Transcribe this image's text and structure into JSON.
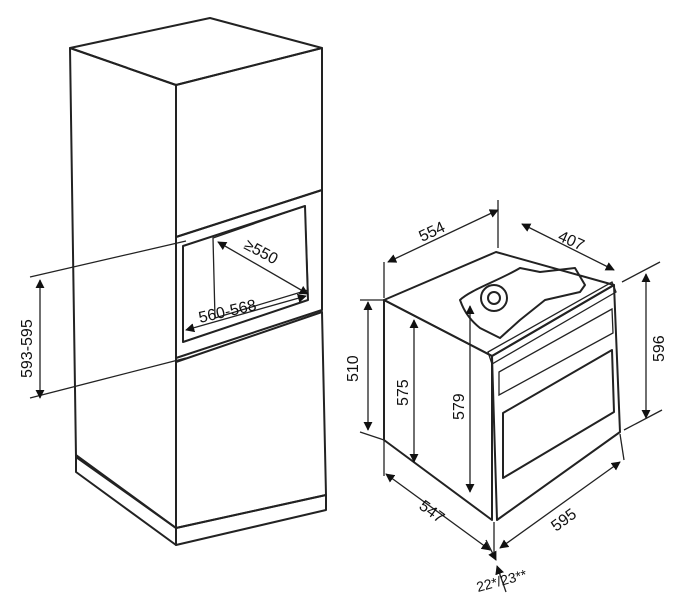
{
  "dimensions": {
    "niche_depth_min": "≥550",
    "niche_width": "560-568",
    "niche_height": "593-595",
    "oven_depth_total": "554",
    "oven_top_depth": "407",
    "oven_height": "596",
    "oven_front_height": "510",
    "oven_body_height_575": "575",
    "oven_body_height_579": "579",
    "oven_body_depth": "547",
    "oven_width": "595",
    "front_thickness": "22*/23**"
  },
  "colors": {
    "cabinet_side": "#a9abad",
    "cabinet_front": "#c6c8ca",
    "cabinet_top": "#d2d4d6",
    "cabinet_plinth": "#8c8e90",
    "niche_interior": "#6d6f71",
    "oven_body": "#e8e9ea",
    "oven_glass": "#c9cbcd",
    "outline": "#222222"
  }
}
